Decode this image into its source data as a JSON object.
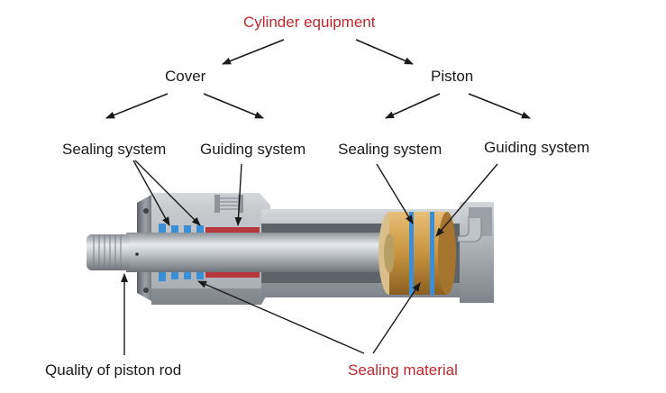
{
  "title": "Cylinder equipment",
  "branches": {
    "cover": "Cover",
    "piston": "Piston"
  },
  "leaves": {
    "cover_sealing": "Sealing system",
    "cover_guiding": "Guiding system",
    "piston_sealing": "Sealing system",
    "piston_guiding": "Guiding system"
  },
  "bottom_labels": {
    "rod_quality": "Quality of piston rod",
    "sealing_material": "Sealing material"
  },
  "colors": {
    "title_red": "#c0282d",
    "text": "#1a1a1a",
    "seal_blue": "#3a8fd6",
    "bronze": "#c9943e",
    "body_gray": "#a9aeb3"
  }
}
